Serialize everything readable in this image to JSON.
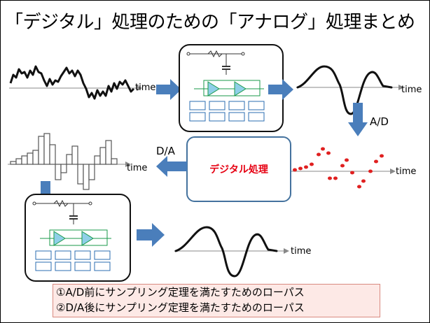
{
  "title": "「デジタル」処理のための「アナログ」処理まとめ",
  "axis_label": "time",
  "ad_label": "A/D",
  "da_label": "D/A",
  "digital_process_label": "デジタル処理",
  "notes": [
    "①A/D前にサンプリング定理を満たすためのローパス",
    "②D/A後にサンプリング定理を満たすためのローパス"
  ],
  "colors": {
    "arrow": "#4a7ebb",
    "digital_label": "#e60012",
    "sample_dots": "#e02020",
    "note_bg": "#fde9e6"
  },
  "icons": [
    "arrow-right-icon",
    "arrow-down-icon",
    "arrow-left-icon"
  ]
}
